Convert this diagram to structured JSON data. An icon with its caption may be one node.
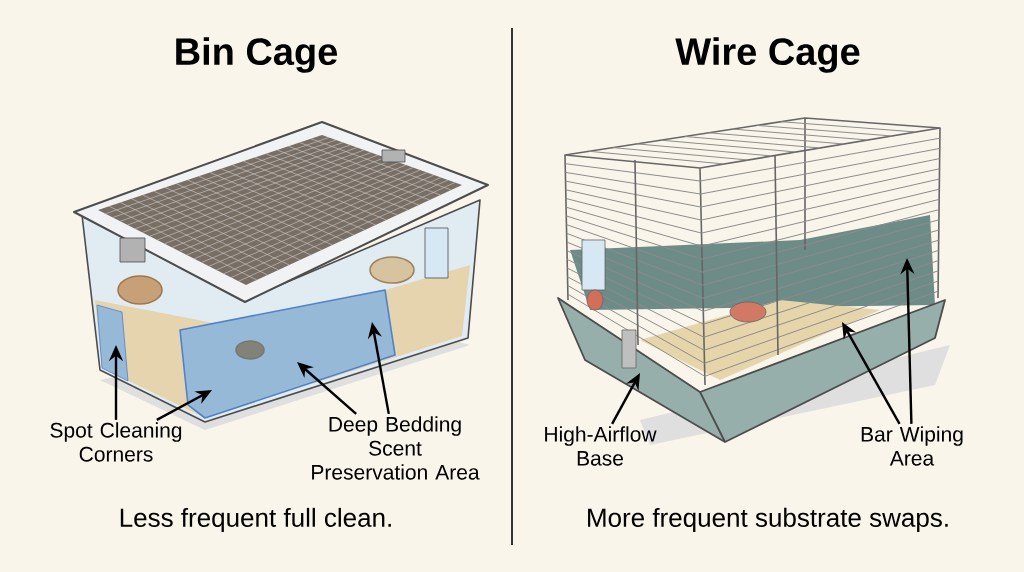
{
  "diagram": {
    "nodes": [
      {
        "text": [
          "Spot Cleaning Corners"
        ]
      },
      {
        "text": [
          "Deep Bedding Scent Preservation Area"
        ]
      },
      {
        "text": [
          "High-Airflow Base"
        ]
      },
      {
        "text": [
          "Bar Wiping Area"
        ]
      }
    ],
    "edges": [
      {
        "from": 0,
        "to": null,
        "arrow": "to"
      },
      {
        "from": 0,
        "to": null,
        "arrow": "to"
      },
      {
        "from": 1,
        "to": null,
        "arrow": "to"
      },
      {
        "from": 1,
        "to": null,
        "arrow": "to"
      },
      {
        "from": 2,
        "to": null,
        "arrow": "to"
      },
      {
        "from": 3,
        "to": null,
        "arrow": "to"
      },
      {
        "from": 3,
        "to": null,
        "arrow": "to"
      }
    ],
    "labels": [
      "Bin Cage",
      "Wire Cage",
      "Less frequent full clean.",
      "More frequent substrate swaps."
    ]
  }
}
